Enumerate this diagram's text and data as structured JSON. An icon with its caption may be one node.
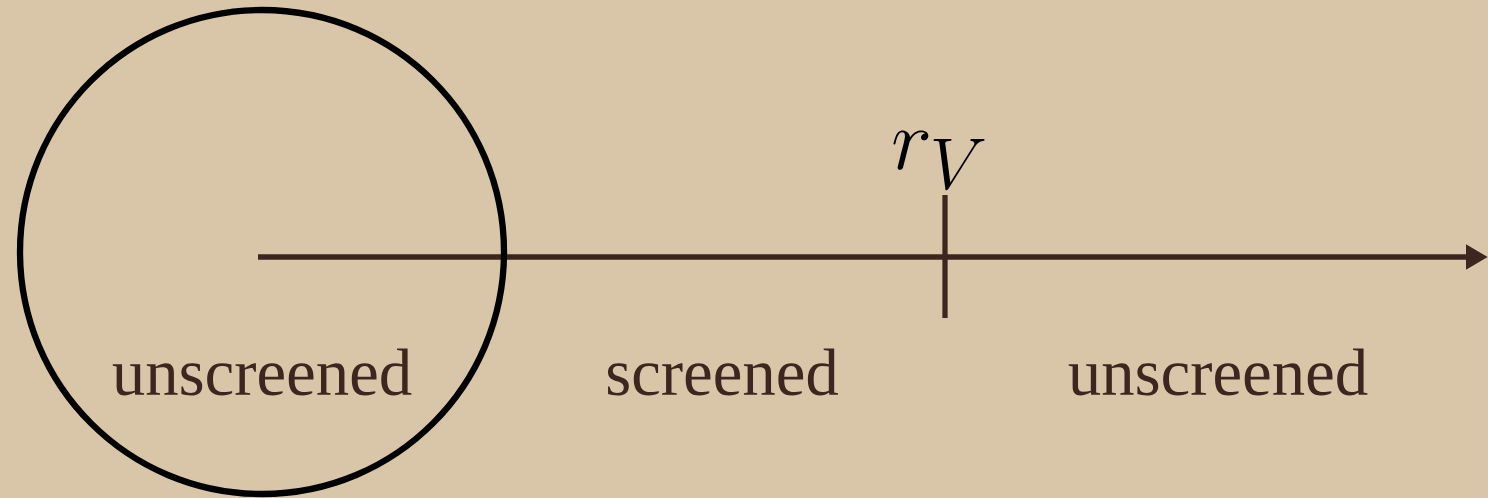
{
  "diagram": {
    "nodes": [
      {
        "text": [
          "unscreened"
        ]
      }
    ],
    "labels": [
      "r_V",
      "screened",
      "unscreened"
    ]
  }
}
